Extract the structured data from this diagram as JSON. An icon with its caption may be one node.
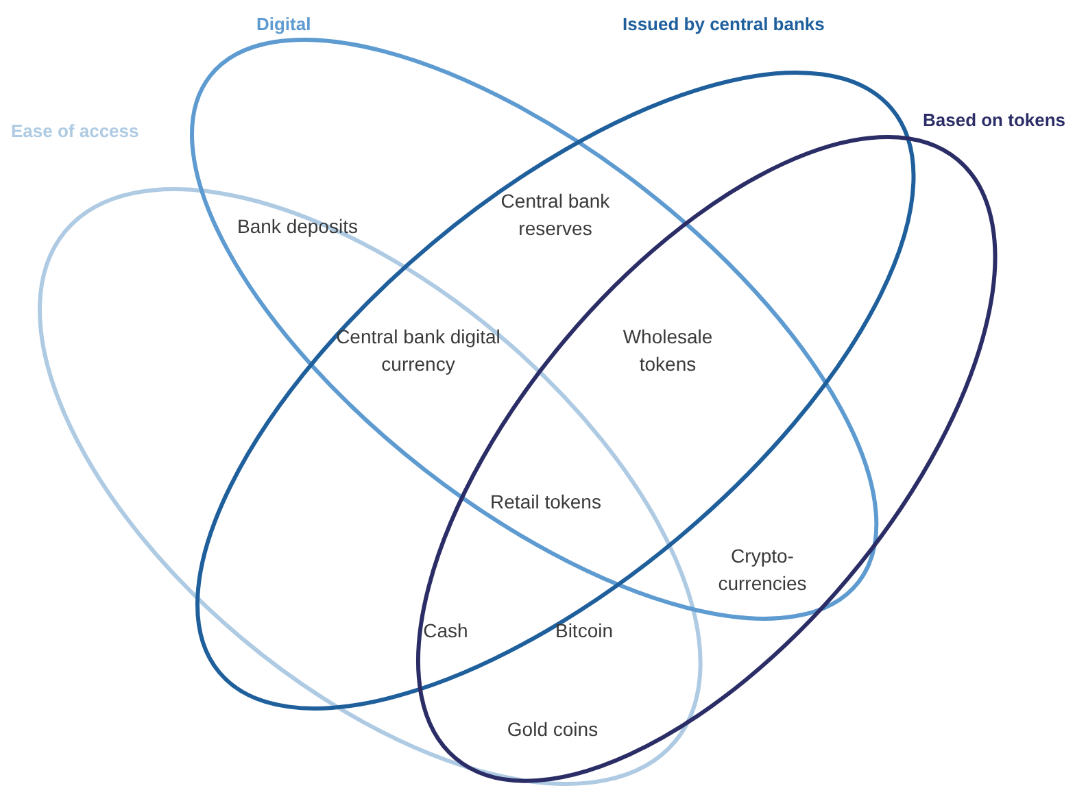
{
  "diagram": {
    "nodes": [
      {
        "text": [
          "Ease of access"
        ]
      },
      {
        "text": [
          "Digital"
        ]
      },
      {
        "text": [
          "Issued by central banks"
        ]
      },
      {
        "text": [
          "Based on tokens"
        ]
      }
    ],
    "labels": [
      "Bank deposits",
      "Central bank reserves",
      "Central bank digital currency",
      "Wholesale tokens",
      "Retail tokens",
      "Crypto-currencies",
      "Cash",
      "Bitcoin",
      "Gold coins"
    ]
  }
}
